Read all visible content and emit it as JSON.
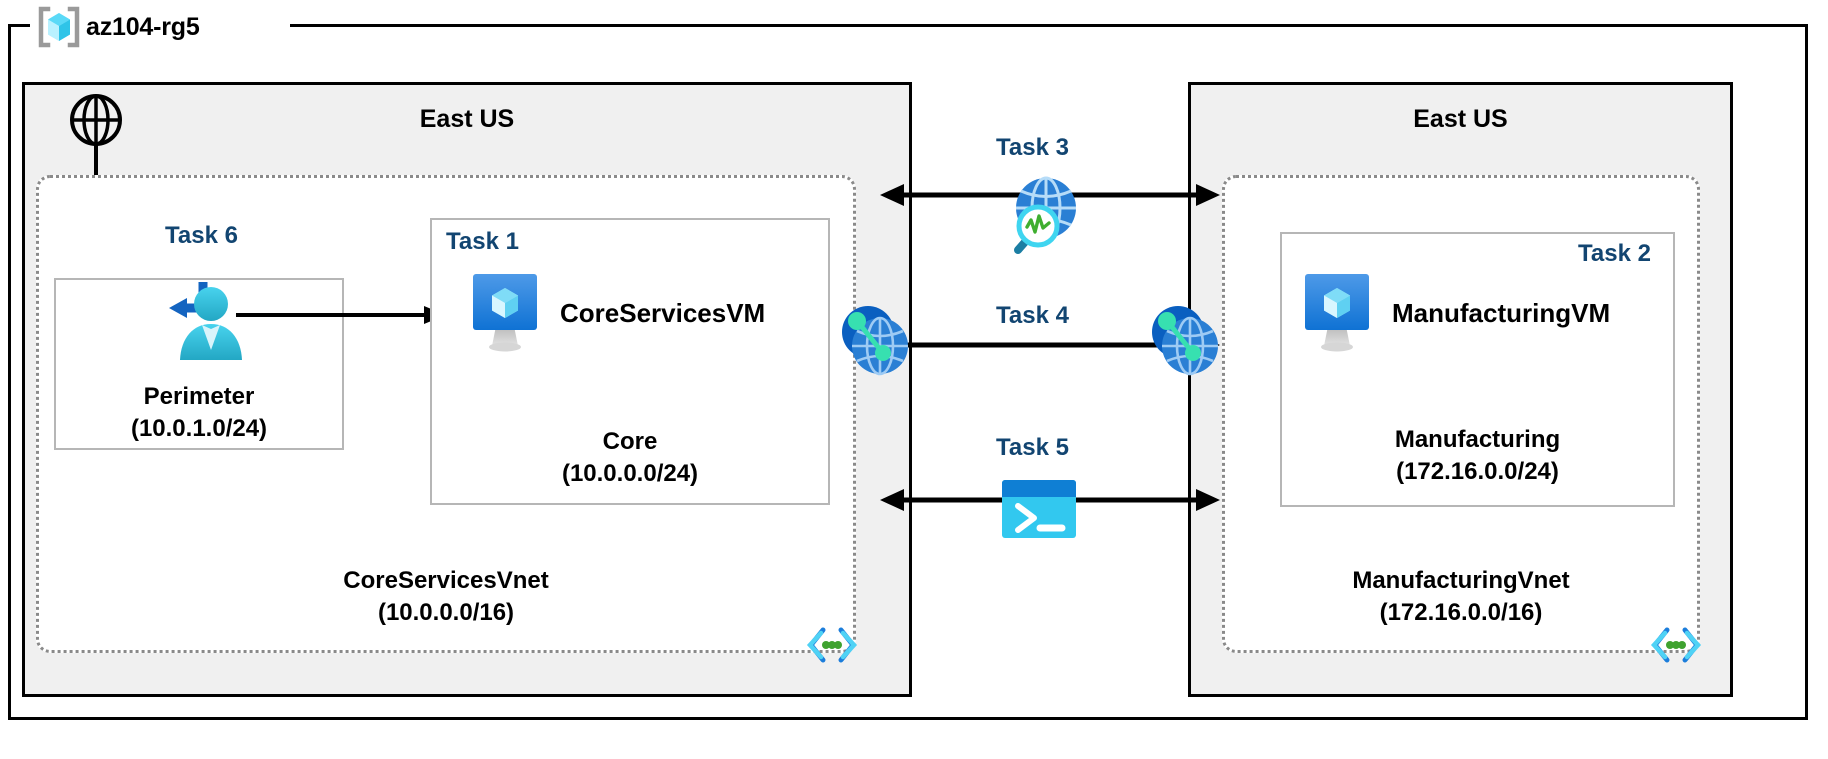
{
  "diagram": {
    "title": "az104-rg5",
    "resource_group_icon": "azure-resource-group-icon",
    "accent_task_color": "#124571",
    "region_fill": "#f0f0f0",
    "border_color": "#000000",
    "vnet_border_color": "#8a8a8a"
  },
  "regions": [
    {
      "id": "left",
      "name": "East US"
    },
    {
      "id": "right",
      "name": "East US"
    }
  ],
  "internet": {
    "icon": "globe-icon",
    "label": ""
  },
  "vnets": [
    {
      "id": "core",
      "name": "CoreServicesVnet",
      "cidr": "(10.0.0.0/16)",
      "subnet_icon": "subnet-code-icon"
    },
    {
      "id": "manufacturing",
      "name": "ManufacturingVnet",
      "cidr": "(172.16.0.0/16)",
      "subnet_icon": "subnet-code-icon"
    }
  ],
  "subnets": [
    {
      "id": "perimeter",
      "task": "Task 6",
      "icon": "bastion-user-icon",
      "name": "Perimeter",
      "cidr": "(10.0.1.0/24)"
    },
    {
      "id": "core",
      "task": "Task 1",
      "icon": "virtual-machine-icon",
      "vm_name": "CoreServicesVM",
      "name": "Core",
      "cidr": "(10.0.0.0/24)"
    },
    {
      "id": "manufacturing",
      "task": "Task 2",
      "icon": "virtual-machine-icon",
      "vm_name": "ManufacturingVM",
      "name": "Manufacturing",
      "cidr": "(172.16.0.0/24)"
    }
  ],
  "connections": [
    {
      "id": "task3",
      "task": "Task 3",
      "icon": "network-watcher-icon",
      "arrow": "double"
    },
    {
      "id": "task4",
      "task": "Task 4",
      "icon": "vnet-peering-icon",
      "arrow": "double"
    },
    {
      "id": "task5",
      "task": "Task 5",
      "icon": "cloud-shell-icon",
      "arrow": "double"
    }
  ],
  "peering_endpoints": [
    {
      "id": "peer-left",
      "icon": "vnet-peering-icon"
    },
    {
      "id": "peer-right",
      "icon": "vnet-peering-icon"
    }
  ]
}
